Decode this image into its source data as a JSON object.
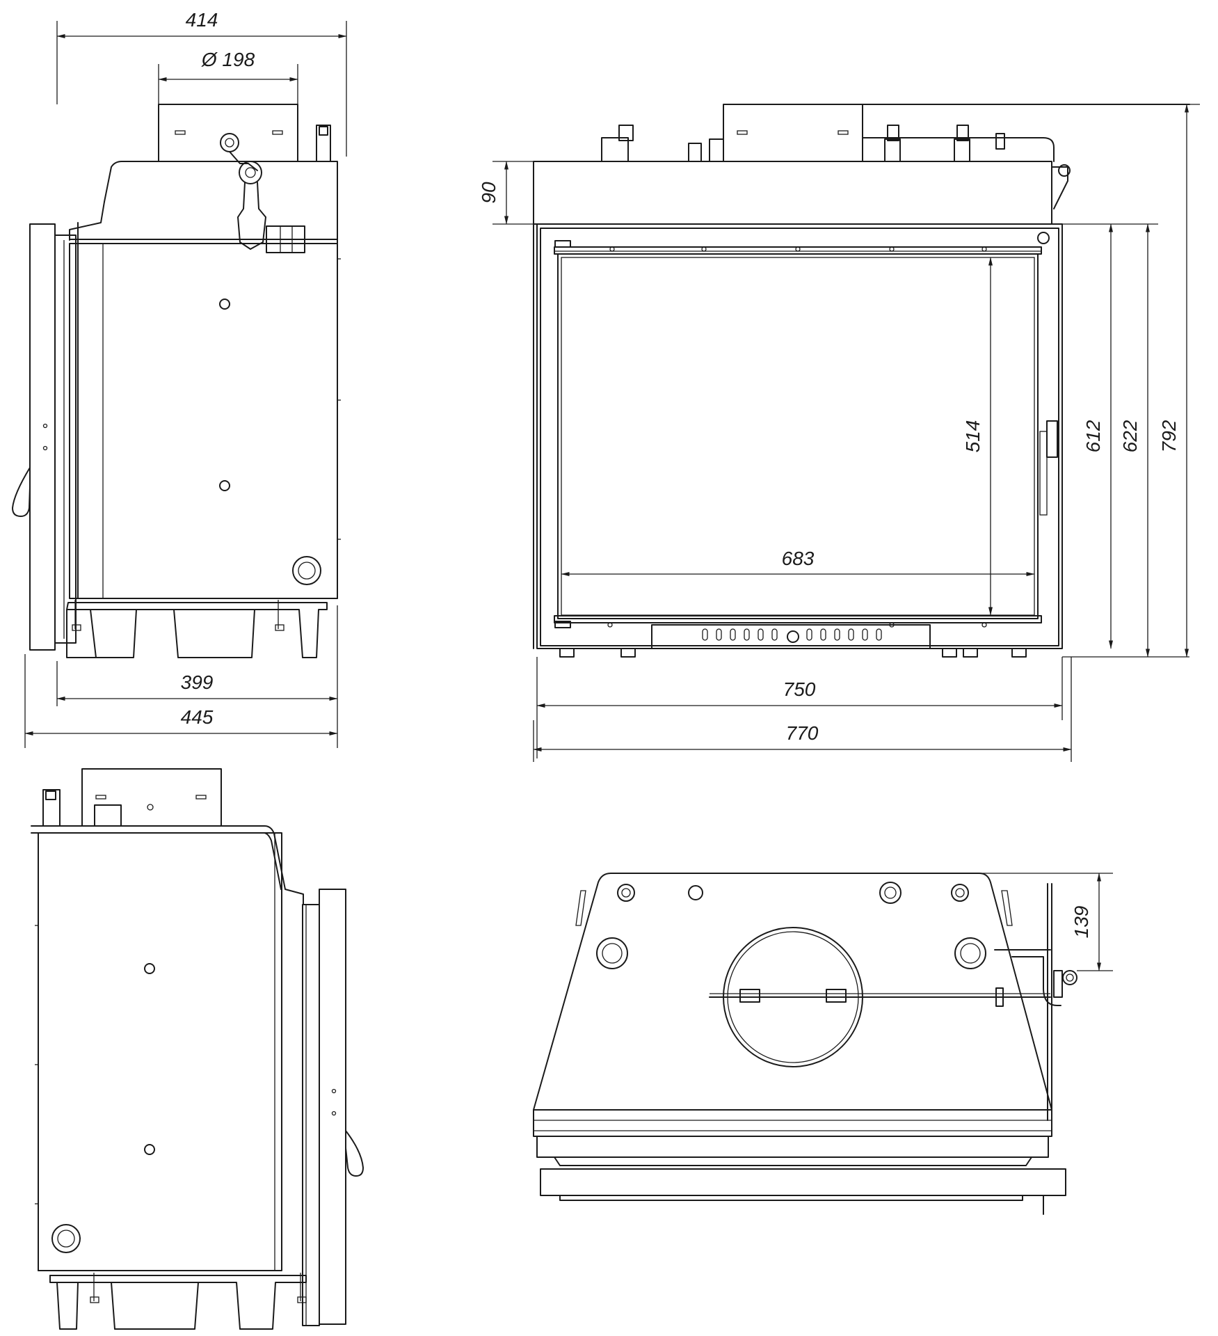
{
  "dimensions": {
    "side_top_width": "414",
    "flue_diameter": "Ø 198",
    "side_base_inner": "399",
    "side_base_outer": "445",
    "front_top_height": "90",
    "front_window_height": "514",
    "front_window_width": "683",
    "front_frame_height": "612",
    "front_body_height": "622",
    "front_total_height": "792",
    "front_inner_width": "750",
    "front_outer_width": "770",
    "top_offset": "139"
  }
}
